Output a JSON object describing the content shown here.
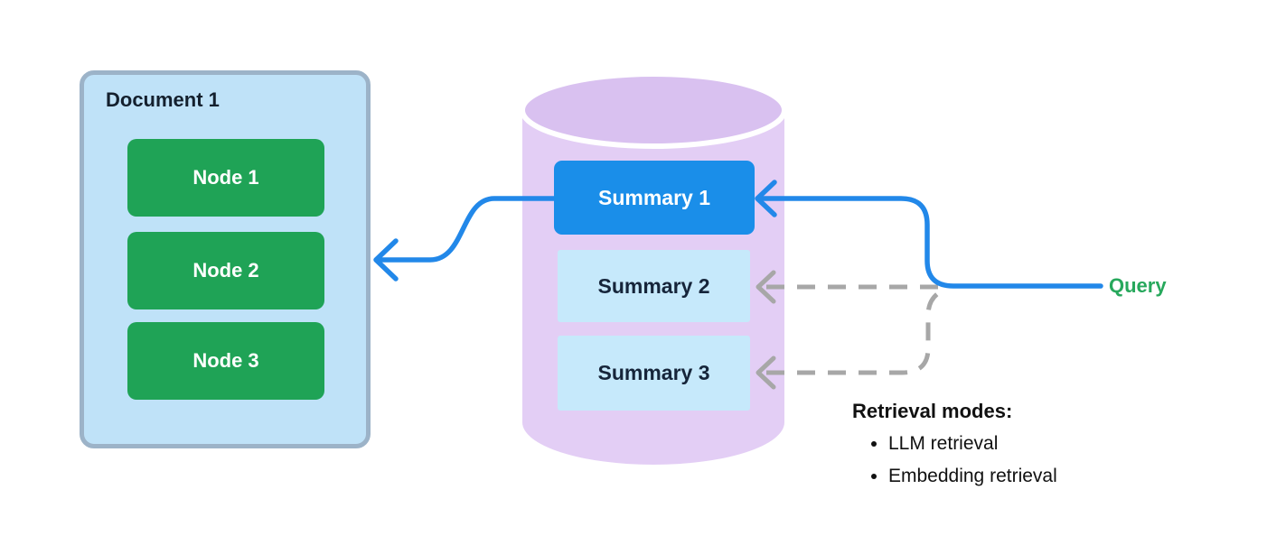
{
  "document": {
    "title": "Document 1",
    "nodes": [
      "Node 1",
      "Node 2",
      "Node 3"
    ]
  },
  "database": {
    "summaries": [
      "Summary 1",
      "Summary 2",
      "Summary 3"
    ],
    "highlighted_summary": "Summary 1"
  },
  "query": {
    "label": "Query"
  },
  "notes": {
    "title": "Retrieval modes:",
    "items": [
      "LLM retrieval",
      "Embedding retrieval"
    ]
  },
  "colors": {
    "document_fill": "#bfe2f8",
    "document_border": "#9cb3c8",
    "node_fill": "#1fa356",
    "node_text": "#ffffff",
    "cylinder_body": "#e3cef5",
    "cylinder_cap": "#d9c1f0",
    "summary_highlight_fill": "#1a8ee9",
    "summary_highlight_text": "#ffffff",
    "summary_fill": "#c6e9fb",
    "summary_text": "#16253a",
    "query_text": "#27a85c",
    "arrow_solid": "#2288e9",
    "arrow_dashed": "#a7a7a7",
    "notes_text": "#111111"
  }
}
